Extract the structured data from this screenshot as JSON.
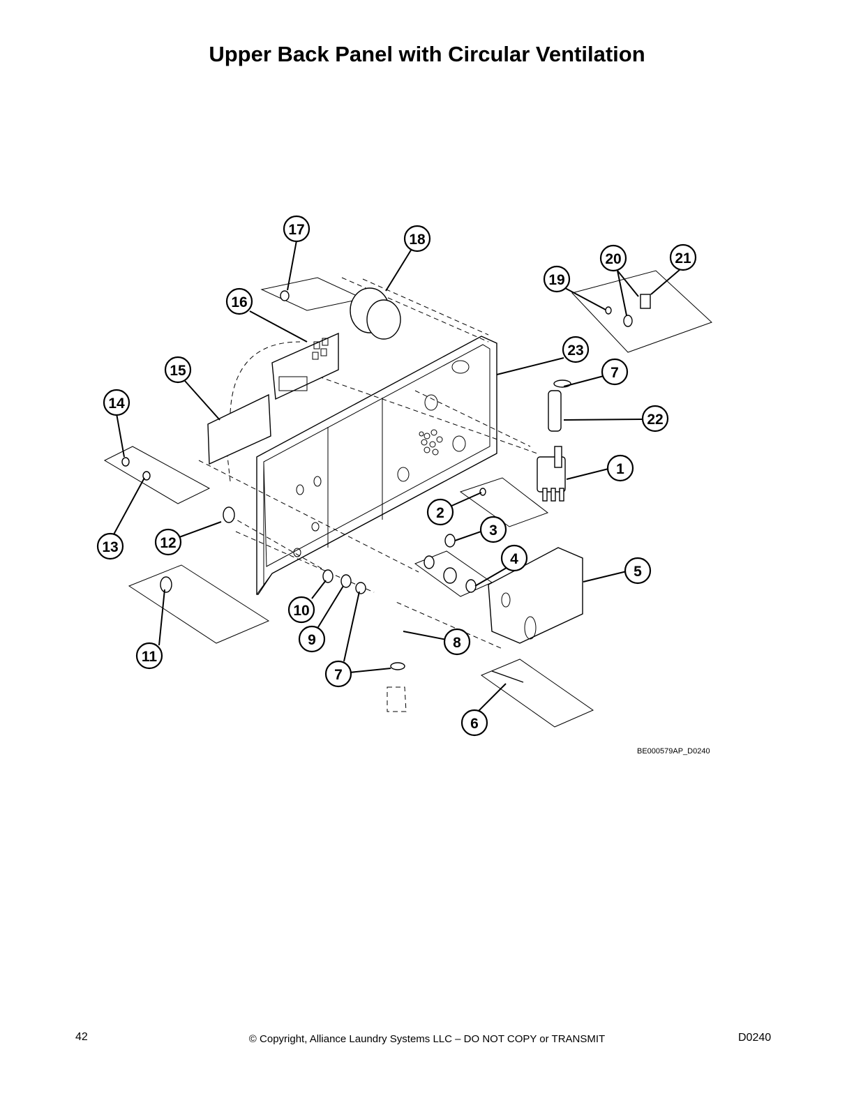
{
  "page": {
    "title": "Upper Back Panel with Circular Ventilation",
    "drawing_id": "BE000579AP_D0240",
    "page_number": "42",
    "copyright": "© Copyright, Alliance Laundry Systems LLC – DO NOT COPY or TRANSMIT",
    "doc_code": "D0240"
  },
  "callouts": [
    "1",
    "2",
    "3",
    "4",
    "5",
    "6",
    "7",
    "7",
    "8",
    "9",
    "10",
    "11",
    "12",
    "13",
    "14",
    "15",
    "16",
    "17",
    "18",
    "19",
    "20",
    "21",
    "22",
    "23"
  ]
}
